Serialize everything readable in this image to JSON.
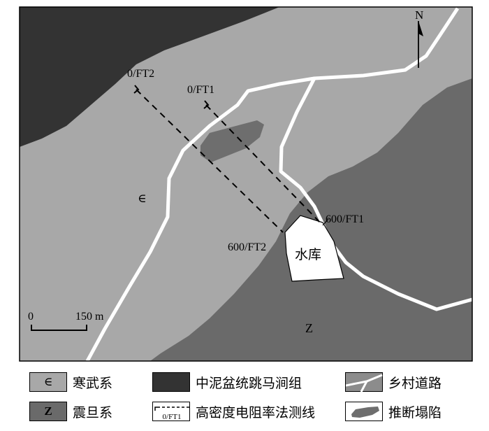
{
  "map": {
    "north_label": "N",
    "profile_lines": [
      {
        "start_label": "0/FT2",
        "end_label": "600/FT2"
      },
      {
        "start_label": "0/FT1",
        "end_label": "600/FT1"
      }
    ],
    "reservoir_label": "水库",
    "formation_cambrian_symbol": "∈",
    "formation_sinian_symbol": "Z",
    "scale_bar": {
      "zero_label": "0",
      "length_label": "150 m"
    },
    "colors": {
      "cambrian": "#a8a8a8",
      "mudstone_group": "#333333",
      "sinian": "#6a6a6a",
      "collapse": "#6e6e6e",
      "road": "#ffffff",
      "reservoir": "#ffffff"
    }
  },
  "legend": {
    "cambrian": {
      "symbol": "∈",
      "label": "寒武系"
    },
    "sinian": {
      "symbol": "Z",
      "label": "震旦系"
    },
    "mudstone_group": {
      "label": "中泥盆统跳马涧组"
    },
    "survey_line": {
      "sample": "0/FT1",
      "label": "高密度电阻率法测线"
    },
    "road": {
      "label": "乡村道路"
    },
    "collapse": {
      "label": "推断塌陷"
    }
  }
}
